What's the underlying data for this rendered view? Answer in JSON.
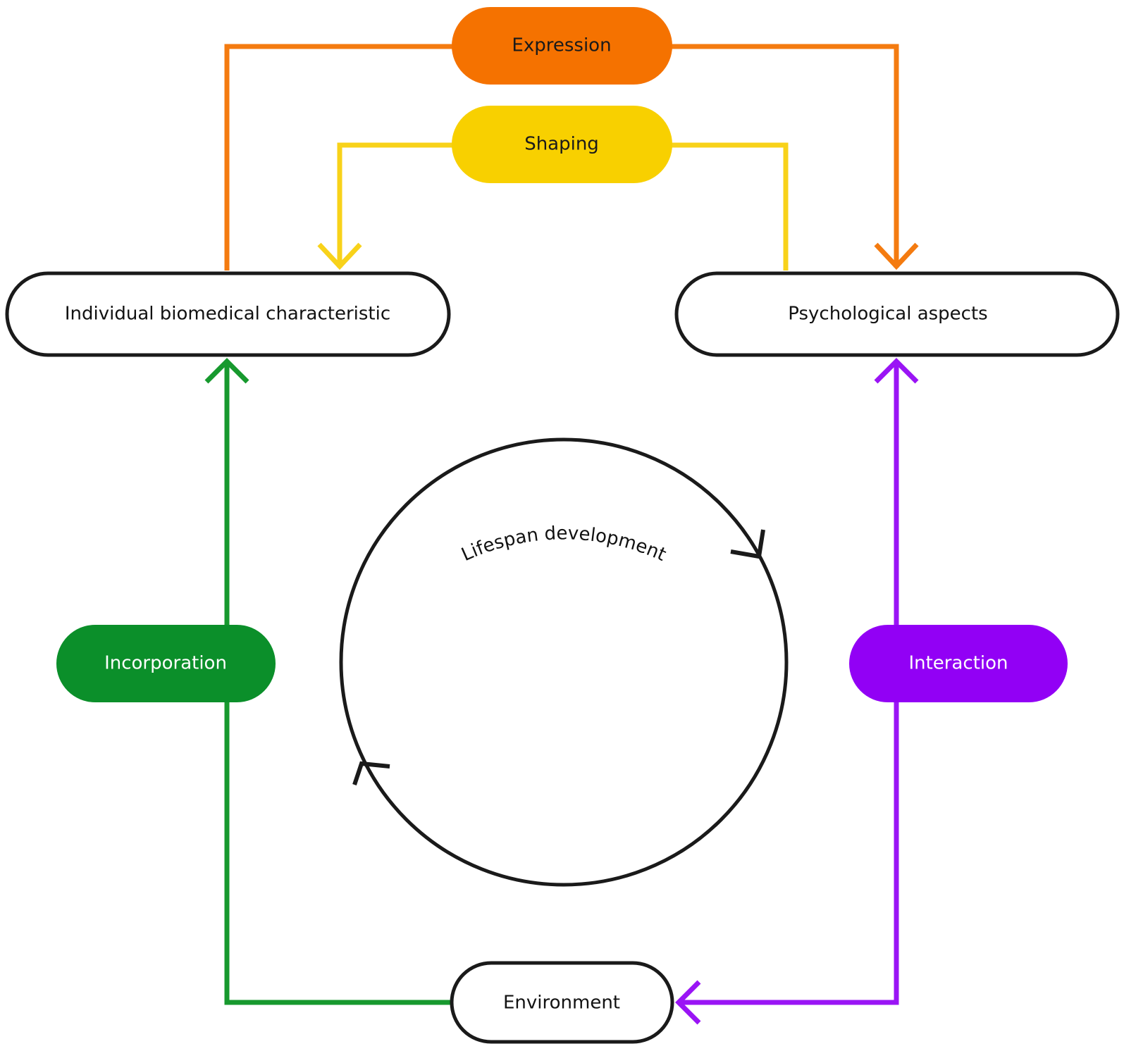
{
  "nodes": {
    "expression": {
      "label": "Expression",
      "color": "#F57200"
    },
    "shaping": {
      "label": "Shaping",
      "color": "#F8D000"
    },
    "biomedical": {
      "label": "Individual biomedical characteristic"
    },
    "psychological": {
      "label": "Psychological aspects"
    },
    "incorporation": {
      "label": "Incorporation",
      "color": "#0B8F2A"
    },
    "interaction": {
      "label": "Interaction",
      "color": "#9200F5"
    },
    "environment": {
      "label": "Environment"
    }
  },
  "cycle": {
    "label": "Lifespan development"
  },
  "colors": {
    "expression_line": "#F47B10",
    "shaping_line": "#F8D21A",
    "incorporation_line": "#17992E",
    "interaction_line": "#9A14F5",
    "outline": "#1a1a1a"
  }
}
